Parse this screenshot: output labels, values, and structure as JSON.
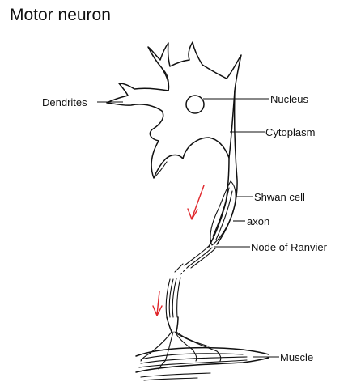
{
  "title": "Motor neuron",
  "labels": {
    "dendrites": "Dendrites",
    "nucleus": "Nucleus",
    "cytoplasm": "Cytoplasm",
    "shwan_cell": "Shwan cell",
    "axon": "axon",
    "node_of_ranvier": "Node of Ranvier",
    "muscle": "Muscle"
  },
  "colors": {
    "line": "#111111",
    "arrow": "#e0262b",
    "background": "#ffffff"
  }
}
